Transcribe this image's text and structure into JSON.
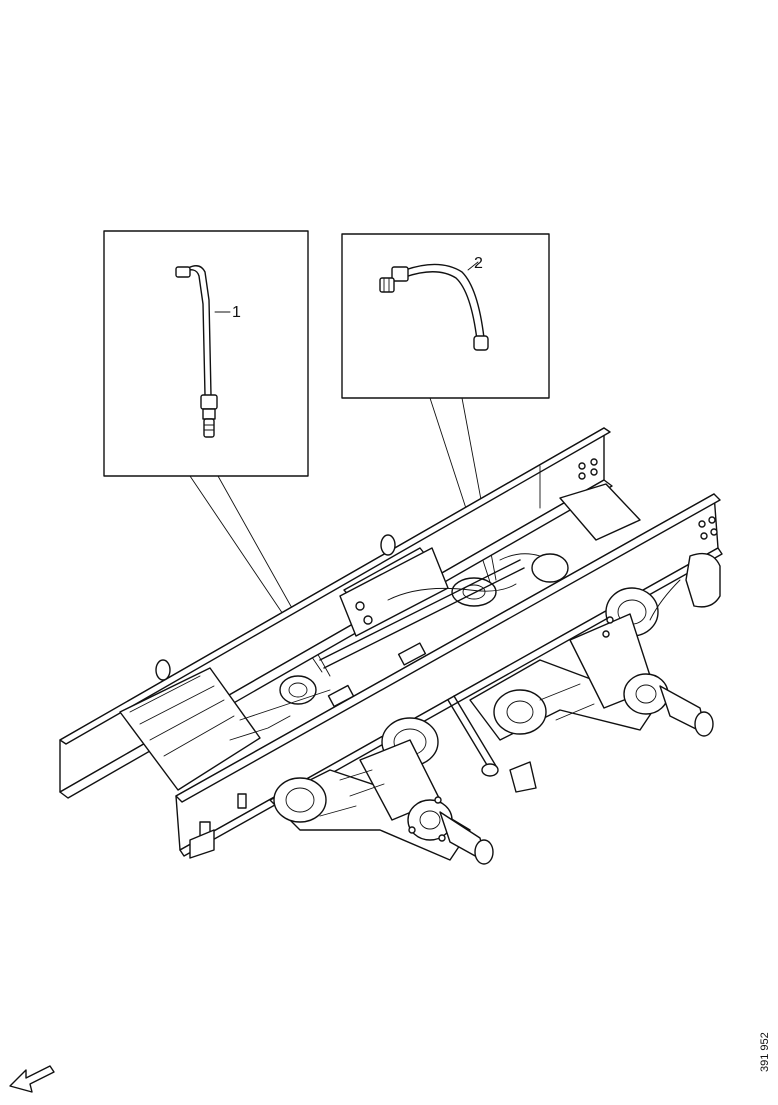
{
  "callouts": [
    {
      "number": "1"
    },
    {
      "number": "2"
    }
  ],
  "drawing_reference": "391 952",
  "orientation_arrow": "front-direction-arrow"
}
